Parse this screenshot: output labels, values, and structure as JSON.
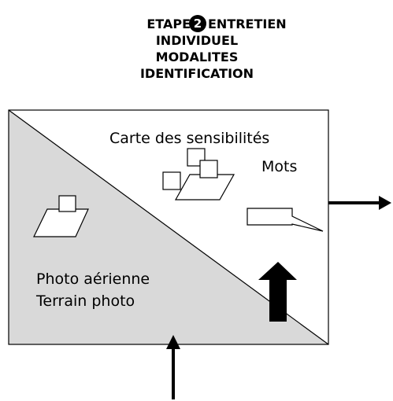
{
  "header": {
    "step_number": "2",
    "step_left": "ETAPE",
    "step_right": "ENTRETIEN",
    "line2": "INDIVIDUEL",
    "line3": "MODALITES",
    "line4": "IDENTIFICATION"
  },
  "upper_panel": {
    "line1": "Carte des sensibilités",
    "line2": "Mots"
  },
  "lower_panel": {
    "line1": "Photo aérienne",
    "line2": "Terrain photo"
  },
  "colors": {
    "lower_fill": "#d9d9d9",
    "upper_fill": "#ffffff",
    "stroke": "#000000"
  },
  "icons": [
    "map-stack-icon",
    "single-map-icon",
    "speech-bubble-icon",
    "arrow-up-icon",
    "arrow-right-icon",
    "arrow-up-bottom-icon"
  ]
}
